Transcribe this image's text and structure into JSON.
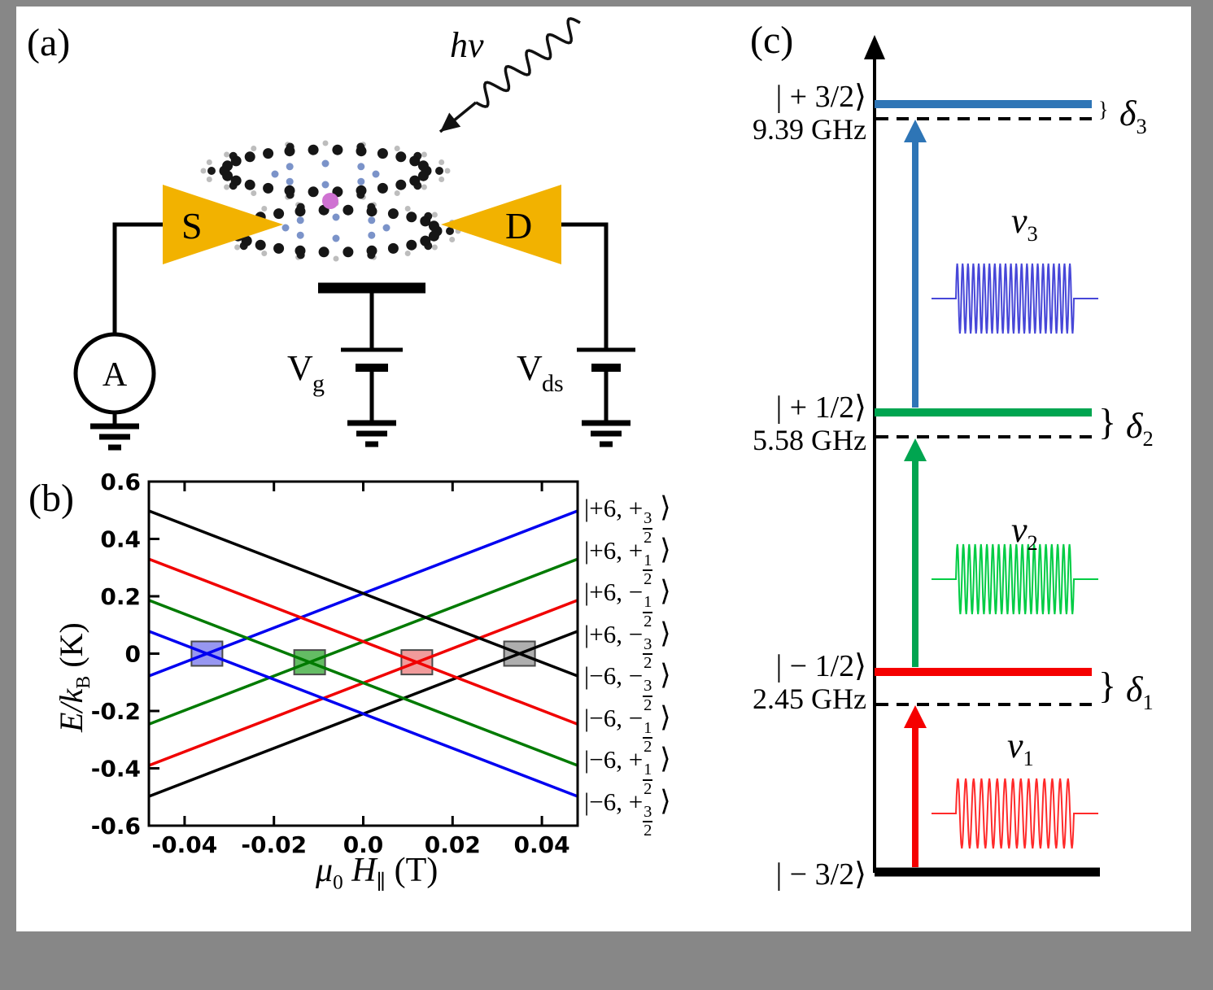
{
  "canvas": {
    "outer_background": "#878787",
    "panel_background": "#ffffff"
  },
  "figure": {
    "panel_a": {
      "label": "(a)",
      "photon_label": "hν",
      "source_label": "S",
      "drain_label": "D",
      "ammeter_label": "A",
      "gate_voltage": {
        "base": "V",
        "sub": "g"
      },
      "bias_voltage": {
        "base": "V",
        "sub": "ds"
      },
      "electrode_color": "#f2b200"
    },
    "panel_b": {
      "label": "(b)",
      "ylabel": {
        "pre": "E/k",
        "sub": "B",
        "post": " (K)"
      },
      "xlabel": {
        "mu": "μ",
        "mu_sub": "0",
        "H": " H",
        "H_sub": "∥",
        "unit": " (T)"
      }
    },
    "panel_c": {
      "label": "(c)",
      "brace_glyph": "}",
      "levels": [
        {
          "ket": "| − 3/2⟩",
          "freq": "",
          "color": "#000000"
        },
        {
          "ket": "| − 1/2⟩",
          "freq": "2.45 GHz",
          "color": "#f50000"
        },
        {
          "ket": "| + 1/2⟩",
          "freq": "5.58 GHz",
          "color": "#00a550"
        },
        {
          "ket": "| + 3/2⟩",
          "freq": "9.39 GHz",
          "color": "#2e75b6"
        }
      ],
      "deltas": [
        {
          "sym": "δ",
          "sub": "1"
        },
        {
          "sym": "δ",
          "sub": "2"
        },
        {
          "sym": "δ",
          "sub": "3"
        }
      ],
      "pulses": [
        {
          "sym": "ν",
          "sub": "1",
          "color": "#ff2a2a",
          "cycles": 15
        },
        {
          "sym": "ν",
          "sub": "2",
          "color": "#00cc44",
          "cycles": 20
        },
        {
          "sym": "ν",
          "sub": "3",
          "color": "#4747d8",
          "cycles": 22
        }
      ]
    }
  },
  "chart_data": {
    "type": "line",
    "title": "",
    "xlabel": "μ0H∥ (T)",
    "ylabel": "E/kB (K)",
    "xlim": [
      -0.048,
      0.048
    ],
    "ylim": [
      -0.6,
      0.6
    ],
    "x_ticks": [
      -0.04,
      -0.02,
      0,
      0.02,
      0.04
    ],
    "x_tick_labels": [
      "-0.04",
      "-0.02",
      "0.0",
      "0.02",
      "0.04"
    ],
    "y_ticks": [
      0.6,
      0.4,
      0.2,
      0,
      -0.2,
      -0.4,
      -0.6
    ],
    "y_tick_labels": [
      "0.6",
      "0.4",
      "0.2",
      "0",
      "-0.2",
      "-0.4",
      "-0.6"
    ],
    "grid": false,
    "slope_K_per_T": 6.0,
    "series": [
      {
        "name": "|+6, +3/2⟩",
        "color": "#0000f0",
        "x": [
          -0.048,
          0.048
        ],
        "y": [
          -0.078,
          0.498
        ]
      },
      {
        "name": "|+6, +1/2⟩",
        "color": "#007a00",
        "x": [
          -0.048,
          0.048
        ],
        "y": [
          -0.246,
          0.33
        ]
      },
      {
        "name": "|+6, −1/2⟩",
        "color": "#f00000",
        "x": [
          -0.048,
          0.048
        ],
        "y": [
          -0.39,
          0.186
        ]
      },
      {
        "name": "|+6, −3/2⟩",
        "color": "#000000",
        "x": [
          -0.048,
          0.048
        ],
        "y": [
          -0.498,
          0.078
        ]
      },
      {
        "name": "|−6, −3/2⟩",
        "color": "#000000",
        "x": [
          -0.048,
          0.048
        ],
        "y": [
          0.498,
          -0.078
        ]
      },
      {
        "name": "|−6, −1/2⟩",
        "color": "#f00000",
        "x": [
          -0.048,
          0.048
        ],
        "y": [
          0.33,
          -0.246
        ]
      },
      {
        "name": "|−6, +1/2⟩",
        "color": "#007a00",
        "x": [
          -0.048,
          0.048
        ],
        "y": [
          0.186,
          -0.39
        ]
      },
      {
        "name": "|−6, +3/2⟩",
        "color": "#0000f0",
        "x": [
          -0.048,
          0.048
        ],
        "y": [
          0.078,
          -0.498
        ]
      }
    ],
    "anticrossing_boxes": [
      {
        "x": -0.035,
        "y": 0.0,
        "color": "#8585ef"
      },
      {
        "x": -0.012,
        "y": -0.03,
        "color": "#49b049"
      },
      {
        "x": 0.012,
        "y": -0.03,
        "color": "#ef8a8a"
      },
      {
        "x": 0.035,
        "y": 0.0,
        "color": "#a0a0a0"
      }
    ]
  }
}
